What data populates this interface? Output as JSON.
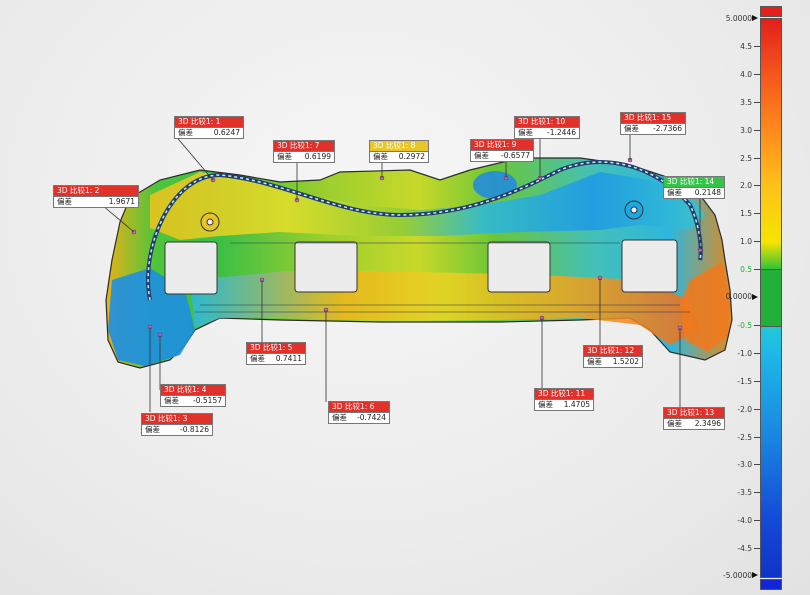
{
  "scale": {
    "top_label": "5.0000",
    "bottom_label": "-5.0000",
    "zero_label": "0.0000",
    "ticks": [
      {
        "value": 4.5,
        "label": "4.5"
      },
      {
        "value": 4.0,
        "label": "4.0"
      },
      {
        "value": 3.5,
        "label": "3.5"
      },
      {
        "value": 3.0,
        "label": "3.0"
      },
      {
        "value": 2.5,
        "label": "2.5"
      },
      {
        "value": 2.0,
        "label": "2.0"
      },
      {
        "value": 1.5,
        "label": "1.5"
      },
      {
        "value": 1.0,
        "label": "1.0"
      },
      {
        "value": 0.5,
        "label": "0.5",
        "highlight": true
      },
      {
        "value": -0.5,
        "label": "-0.5",
        "highlight": true
      },
      {
        "value": -1.0,
        "label": "-1.0"
      },
      {
        "value": -1.5,
        "label": "-1.5"
      },
      {
        "value": -2.0,
        "label": "-2.0"
      },
      {
        "value": -2.5,
        "label": "-2.5"
      },
      {
        "value": -3.0,
        "label": "-3.0"
      },
      {
        "value": -3.5,
        "label": "-3.5"
      },
      {
        "value": -4.0,
        "label": "-4.0"
      },
      {
        "value": -4.5,
        "label": "-4.5"
      }
    ],
    "colors": {
      "max": "#e3201b",
      "min": "#1026d6",
      "tolerance": "#22b03a",
      "highlight_text": "#26b039"
    }
  },
  "deviation_word": "偏差",
  "callouts": [
    {
      "id": 1,
      "title": "3D 比较1: 1",
      "value": "0.6247",
      "color": "#e0312b"
    },
    {
      "id": 2,
      "title": "3D 比较1: 2",
      "value": "1.9671",
      "color": "#e0312b"
    },
    {
      "id": 3,
      "title": "3D 比较1: 3",
      "value": "-0.8126",
      "color": "#e0312b"
    },
    {
      "id": 4,
      "title": "3D 比较1: 4",
      "value": "-0.5157",
      "color": "#e0312b"
    },
    {
      "id": 5,
      "title": "3D 比较1: 5",
      "value": "0.7411",
      "color": "#e0312b"
    },
    {
      "id": 6,
      "title": "3D 比较1: 6",
      "value": "-0.7424",
      "color": "#e0312b"
    },
    {
      "id": 7,
      "title": "3D 比较1: 7",
      "value": "0.6199",
      "color": "#e0312b"
    },
    {
      "id": 8,
      "title": "3D 比较1: 8",
      "value": "0.2972",
      "color": "#e8c628"
    },
    {
      "id": 9,
      "title": "3D 比较1: 9",
      "value": "-0.6577",
      "color": "#e0312b"
    },
    {
      "id": 10,
      "title": "3D 比较1: 10",
      "value": "-1.2446",
      "color": "#e0312b"
    },
    {
      "id": 11,
      "title": "3D 比较1: 11",
      "value": "1.4705",
      "color": "#e0312b"
    },
    {
      "id": 12,
      "title": "3D 比较1: 12",
      "value": "1.5202",
      "color": "#e0312b"
    },
    {
      "id": 13,
      "title": "3D 比较1: 13",
      "value": "2.3496",
      "color": "#e0312b"
    },
    {
      "id": 14,
      "title": "3D 比较1: 14",
      "value": "0.2148",
      "color": "#36c34a"
    },
    {
      "id": 15,
      "title": "3D 比较1: 15",
      "value": "-2.7366",
      "color": "#e0312b"
    }
  ]
}
